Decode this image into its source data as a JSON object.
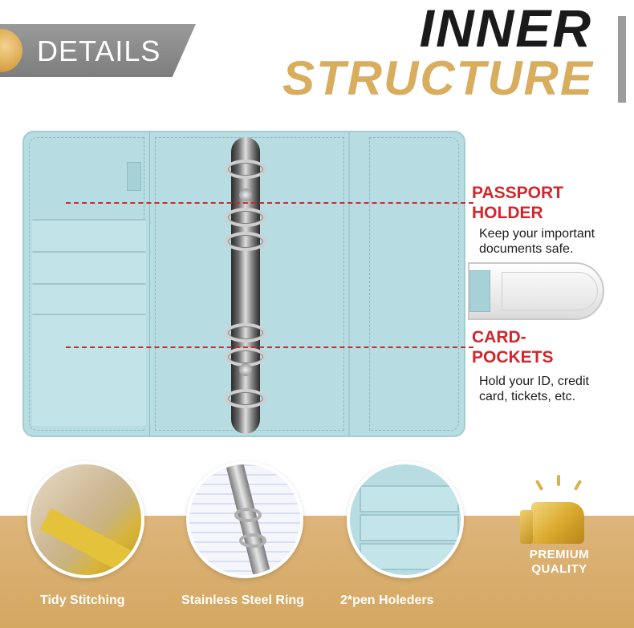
{
  "header": {
    "tab_label": "DETAILS",
    "title_line1": "INNER",
    "title_line2": "STRUCTURE"
  },
  "callouts": [
    {
      "title": "PASSPORT\nHOLDER",
      "title_l1": "PASSPORT",
      "title_l2": "HOLDER",
      "desc_l1": "Keep your important",
      "desc_l2": "documents safe."
    },
    {
      "title_l1": "CARD-",
      "title_l2": "POCKETS",
      "desc_l1": "Hold your ID, credit",
      "desc_l2": "card, tickets, etc."
    }
  ],
  "features": [
    {
      "label": "Tidy Stitching",
      "icon": "stitching-closeup"
    },
    {
      "label": "Stainless Steel Ring",
      "icon": "steel-ring-closeup"
    },
    {
      "label": "2*pen Holeders",
      "icon": "pen-holder-closeup"
    }
  ],
  "badge": {
    "line1": "PREMIUM",
    "line2": "QUALITY",
    "icon": "thumbs-up-icon"
  },
  "colors": {
    "accent_gold": "#d9ad5e",
    "callout_red": "#d2262c",
    "binder_teal": "#b7dde2",
    "strip_tan": "#d4a761"
  }
}
